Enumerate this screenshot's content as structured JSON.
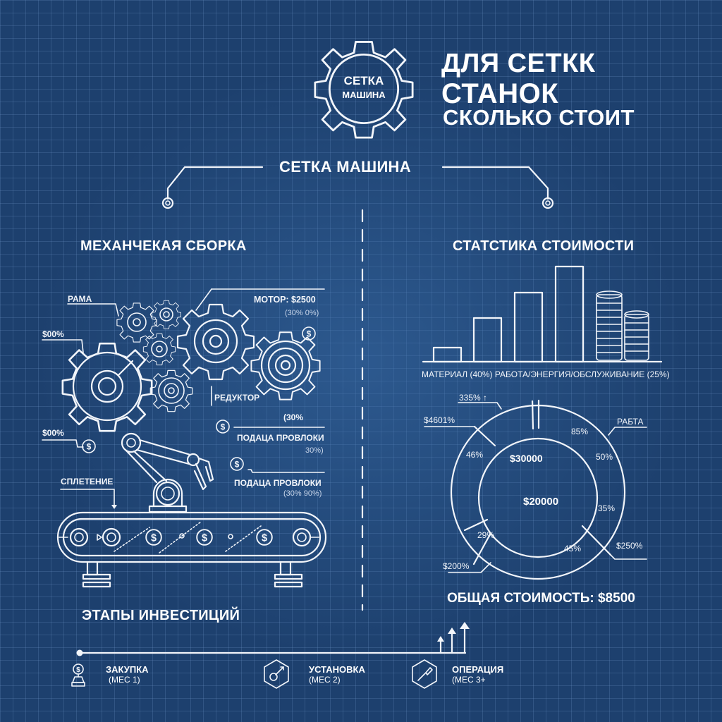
{
  "header": {
    "logo_line1": "СЕТКА",
    "logo_line2": "МАШИНА",
    "title_line1": "ДЛЯ СЕТКК",
    "title_line2": "СТАНОК",
    "title_line3": "СКОЛЬКО СТОИТ"
  },
  "banner": {
    "label": "СЕТКА МАШИНА"
  },
  "assembly": {
    "title": "МЕХАНЧЕКАЯ СБОРКА",
    "labels": {
      "frame": "РАМА",
      "motor": "МОТОР: $2500",
      "motor_sub": "(30% 0%)",
      "left_pct_1": "$00%",
      "gearbox": "РЕДУКТОР",
      "pct_30": "(30%",
      "feed_1": "ПОДАЦА ПРОВЛОКИ",
      "feed_1_sub": "30%)",
      "left_pct_2": "$00%",
      "feed_2": "ПОДАЦА ПРОВЛОКИ",
      "feed_2_sub": "(30% 90%)",
      "weaving": "СПЛЕТЕНИЕ"
    },
    "icons": [
      "gear-icon",
      "robot-arm-icon",
      "conveyor-icon",
      "dollar-coin-icon"
    ]
  },
  "stats": {
    "title": "СТАТСТИКА СТОИМОСТИ",
    "bar_axis_label": "МАТЕРИАЛ (40%)   РАБОТА/ЭНЕРГИЯ/ОБСЛУЖИВАНИЕ (25%)",
    "donut": {
      "callout_top": "335% ↑",
      "callout_left": "$4601%",
      "callout_right": "РАБТА",
      "callout_bottom_right": "$250%",
      "callout_bottom_left": "$200%",
      "seg_top_right": "85%",
      "seg_right": "50%",
      "seg_right_low": "35%",
      "seg_bottom": "45%",
      "seg_bottom_left": "29%",
      "seg_left": "46%",
      "inner_upper": "$30000",
      "inner_center": "$20000"
    },
    "total": "ОБЩАЯ СТОИМОСТЬ: $8500"
  },
  "chart_data": [
    {
      "type": "bar",
      "title": "СТАТСТИКА СТОИМОСТИ",
      "categories": [
        "1",
        "2",
        "3",
        "4",
        "coins-tall",
        "coins-short"
      ],
      "values": [
        20,
        50,
        80,
        110,
        95,
        70
      ],
      "xlabel": "МАТЕРИАЛ (40%)  РАБОТА/ЭНЕРГИЯ/ОБСЛУЖИВАНИЕ (25%)",
      "ylabel": "",
      "grid": false
    },
    {
      "type": "pie",
      "title": "Donut cost breakdown",
      "labels": [
        "85%",
        "50%",
        "35%",
        "45%",
        "29%",
        "46%"
      ],
      "center_values": [
        "$30000",
        "$20000"
      ],
      "callouts": [
        "335%",
        "$4601%",
        "РАБТА",
        "$250%",
        "$200%"
      ],
      "total": "$8500"
    }
  ],
  "timeline": {
    "title": "ЭТАПЫ ИНВЕСТИЦИЙ",
    "stages": [
      {
        "label": "ЗАКУПКА",
        "sub": "(МЕС 1)",
        "icon": "dollar-pedestal-icon"
      },
      {
        "label": "УСТАНОВКА",
        "sub": "(МЕС 2)",
        "icon": "wrench-hex-icon"
      },
      {
        "label": "ОПЕРАЦИЯ",
        "sub": "(МЕС 3+",
        "icon": "tool-hex-icon"
      }
    ]
  },
  "colors": {
    "background": "#1d406e",
    "background_center": "#2b5a92",
    "grid": "#4f77a8",
    "line": "#f2f5fa"
  }
}
